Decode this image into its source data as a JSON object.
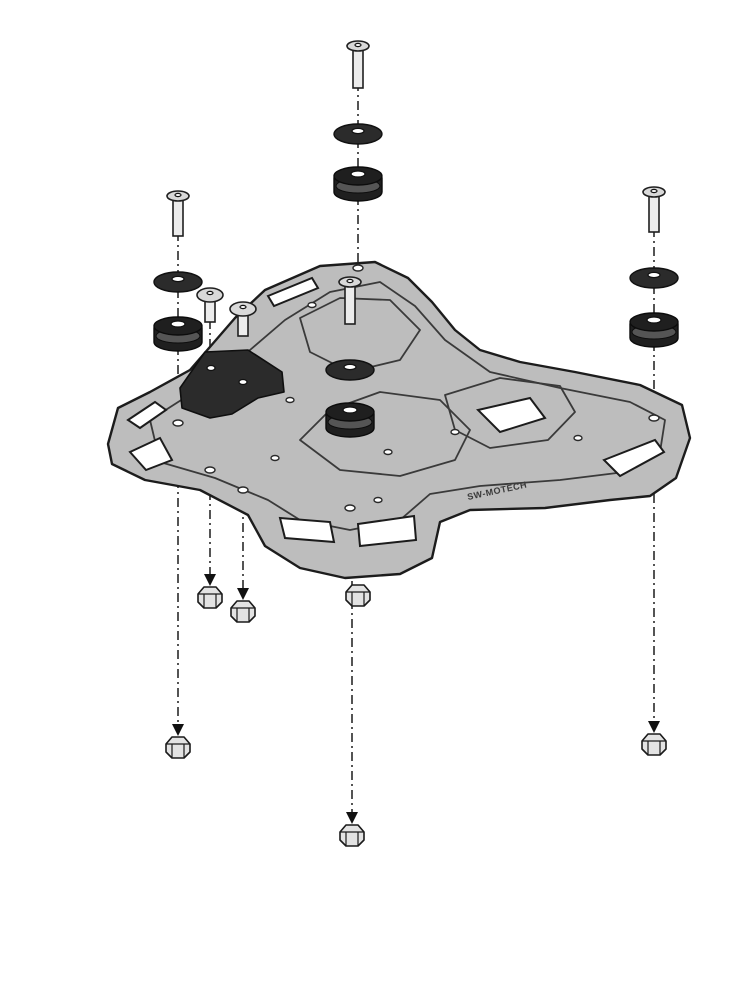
{
  "diagram": {
    "brand_mark": "SW-MOTECH",
    "parts": {
      "mounting_plate": "mounting-plate",
      "bolts": 6,
      "washers": 4,
      "rubber_grommets": 4,
      "nuts": 6
    },
    "colors": {
      "line": "#1c1c1c",
      "plate_fill": "#bdbdbd",
      "rubber": "#1f1f1f",
      "hardware": "#e3e3e3"
    }
  }
}
